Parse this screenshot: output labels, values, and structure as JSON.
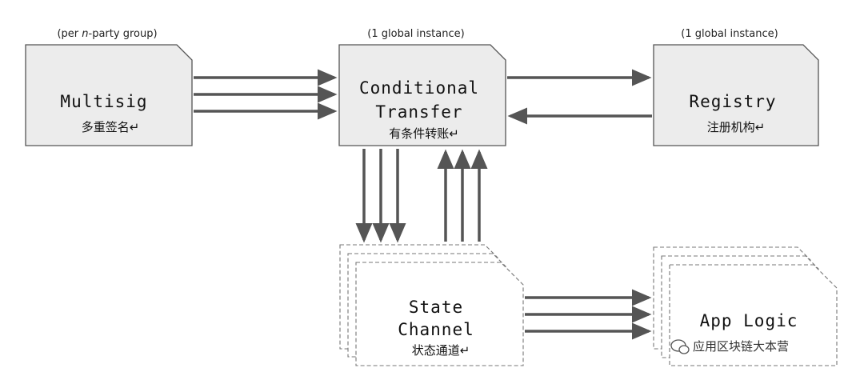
{
  "nodes": {
    "multisig": {
      "caption": "(per n-party group)",
      "caption_pre": "(per ",
      "caption_em": "n",
      "caption_post": "-party group)",
      "title": "Multisig",
      "subtitle": "多重签名↵"
    },
    "conditional_transfer": {
      "caption": "(1 global instance)",
      "title_line1": "Conditional",
      "title_line2": "Transfer",
      "subtitle": "有条件转账↵"
    },
    "registry": {
      "caption": "(1 global instance)",
      "title": "Registry",
      "subtitle": "注册机构↵"
    },
    "state_channel": {
      "title_line1": "State",
      "title_line2": "Channel",
      "subtitle": "状态通道↵"
    },
    "app_logic": {
      "title": "App Logic"
    }
  },
  "watermark": {
    "text": "应用区块链大本营"
  },
  "colors": {
    "box_fill": "#ececec",
    "stroke": "#555555",
    "arrow": "#555555",
    "dashed": "#777777"
  }
}
